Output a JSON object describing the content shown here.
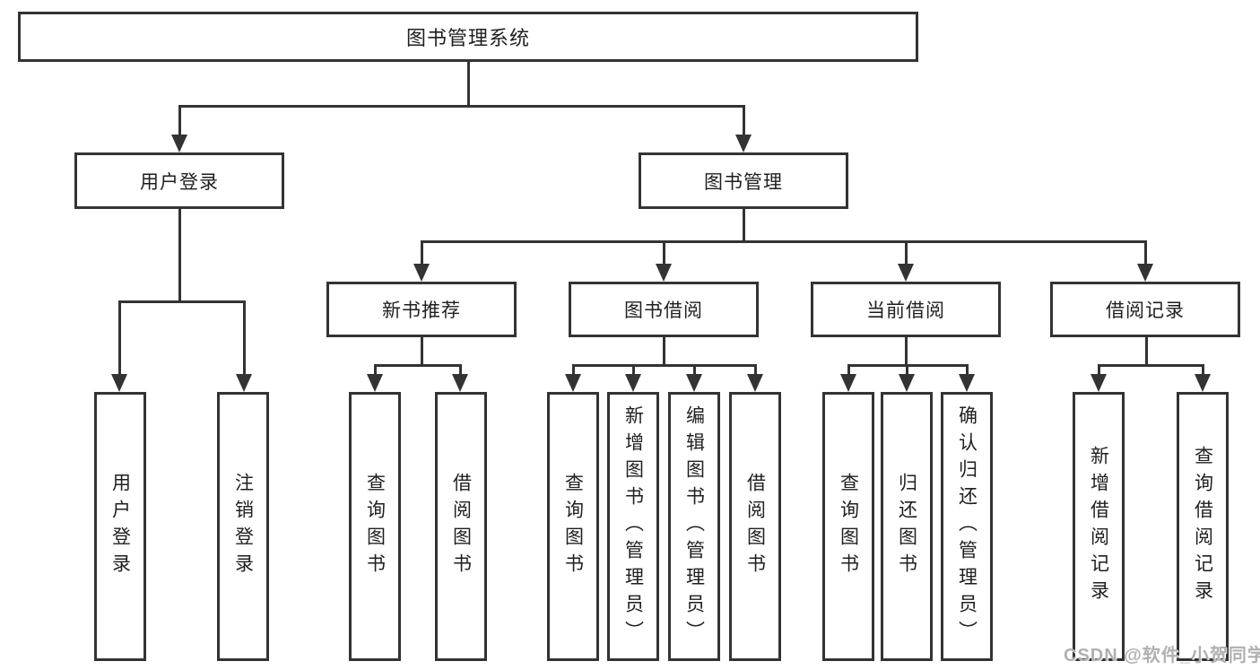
{
  "tree": {
    "root": {
      "label": "图书管理系统"
    },
    "branches": [
      {
        "label": "用户登录",
        "children": [
          {
            "label": "用户登录"
          },
          {
            "label": "注销登录"
          }
        ]
      },
      {
        "label": "图书管理",
        "children": [
          {
            "label": "新书推荐",
            "children": [
              {
                "label": "查询图书"
              },
              {
                "label": "借阅图书"
              }
            ]
          },
          {
            "label": "图书借阅",
            "children": [
              {
                "label": "查询图书"
              },
              {
                "label": "新增图书（管理员）"
              },
              {
                "label": "编辑图书（管理员）"
              },
              {
                "label": "借阅图书"
              }
            ]
          },
          {
            "label": "当前借阅",
            "children": [
              {
                "label": "查询图书"
              },
              {
                "label": "归还图书"
              },
              {
                "label": "确认归还（管理员）"
              }
            ]
          },
          {
            "label": "借阅记录",
            "children": [
              {
                "label": "新增借阅记录"
              },
              {
                "label": "查询借阅记录"
              }
            ]
          }
        ]
      }
    ]
  },
  "watermark": {
    "text": "CSDN @软件_小贺同学"
  },
  "colors": {
    "line": "#333333",
    "text": "#1f1f1f",
    "bg": "#ffffff",
    "wm": "#b0b0b0"
  }
}
